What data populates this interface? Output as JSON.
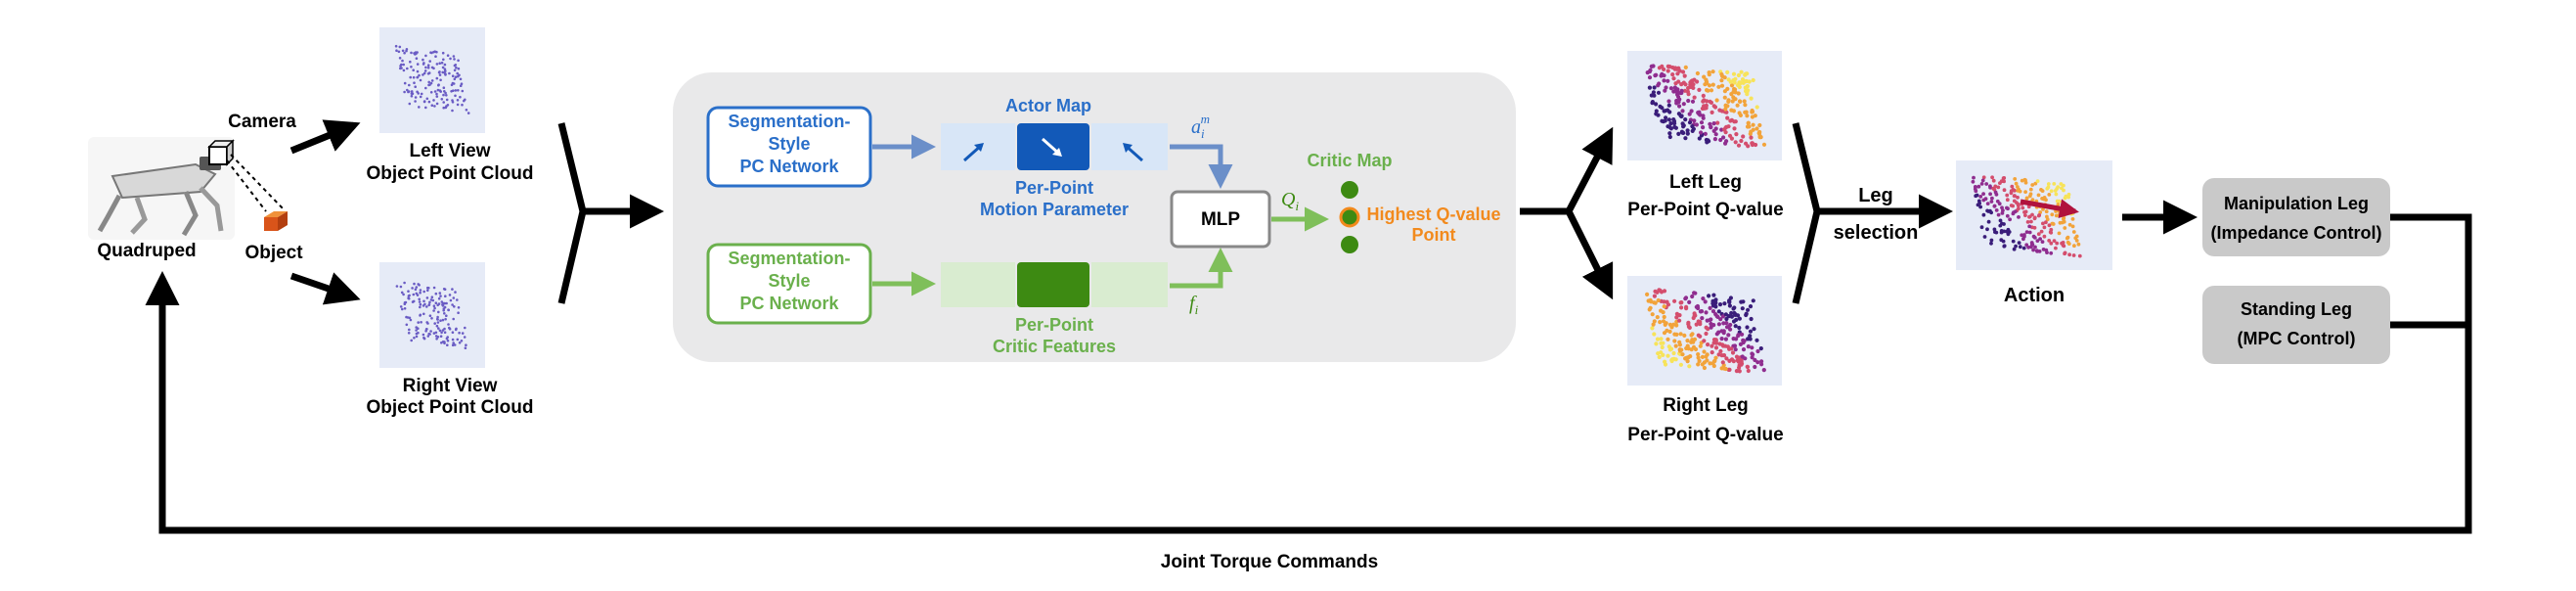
{
  "robot": {
    "quadruped": "Quadruped",
    "camera": "Camera",
    "object": "Object"
  },
  "views": {
    "left": [
      "Left View",
      "Object Point Cloud"
    ],
    "right": [
      "Right View",
      "Object Point Cloud"
    ]
  },
  "network": {
    "actor_net": [
      "Segmentation-",
      "Style",
      "PC Network"
    ],
    "critic_net": [
      "Segmentation-",
      "Style",
      "PC Network"
    ],
    "actor_map": "Actor Map",
    "motion_param": [
      "Per-Point",
      "Motion Parameter"
    ],
    "critic_features": [
      "Per-Point",
      "Critic Features"
    ],
    "mlp": "MLP",
    "critic_map": "Critic Map",
    "highest_q": [
      "Highest Q-value",
      "Point"
    ],
    "sym_a": "a",
    "sym_a_sub": "i",
    "sym_a_sup": "m",
    "sym_q": "Q",
    "sym_q_sub": "i",
    "sym_f": "f",
    "sym_f_sub": "i"
  },
  "legs": {
    "left": [
      "Left Leg",
      "Per-Point Q-value"
    ],
    "right": [
      "Right Leg",
      "Per-Point Q-value"
    ],
    "selection": [
      "Leg",
      "selection"
    ]
  },
  "action": "Action",
  "control": {
    "manip": [
      "Manipulation Leg",
      "(Impedance Control)"
    ],
    "stand": [
      "Standing Leg",
      "(MPC Control)"
    ]
  },
  "feedback": "Joint Torque Commands",
  "colors": {
    "blue": "#2a6fc9",
    "blue_dark": "#1259b8",
    "blue_light": "#d8e6f7",
    "green": "#6ab04c",
    "green_dark": "#3d8a12",
    "green_light": "#d9ecd0",
    "orange": "#f28a1d",
    "panel": "#e9e9ea",
    "gray_box": "#c9c9c9"
  }
}
